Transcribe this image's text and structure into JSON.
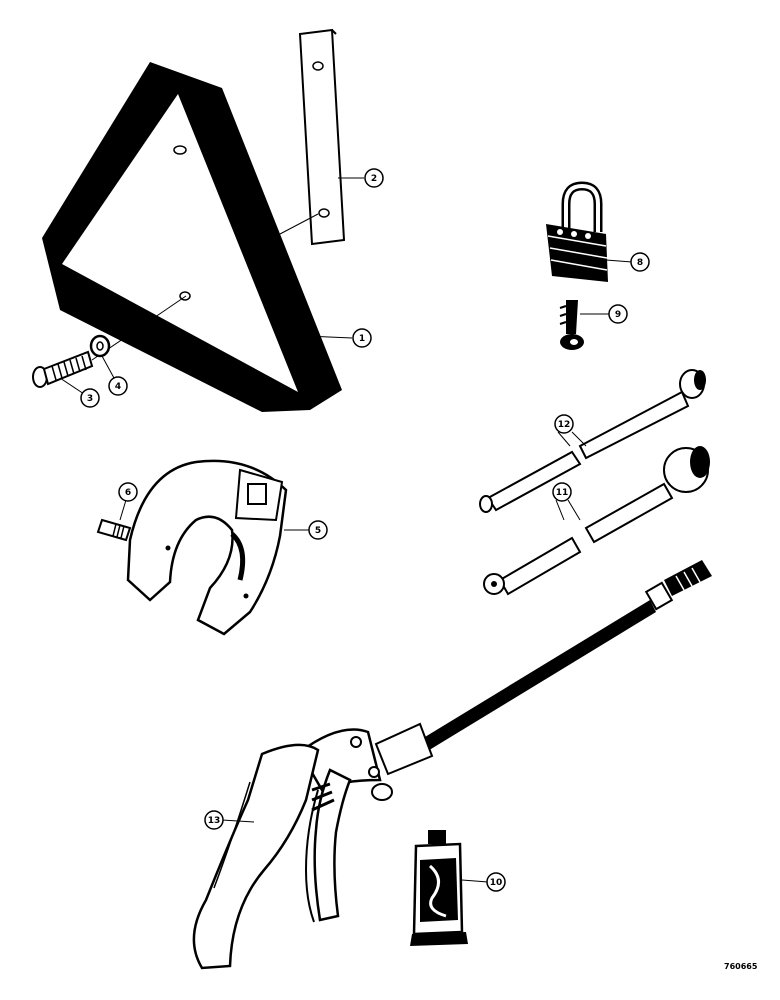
{
  "figure_id": "760665",
  "callouts": [
    {
      "key": "c1",
      "label": "1"
    },
    {
      "key": "c2",
      "label": "2"
    },
    {
      "key": "c3",
      "label": "3"
    },
    {
      "key": "c4",
      "label": "4"
    },
    {
      "key": "c5",
      "label": "5"
    },
    {
      "key": "c6",
      "label": "6"
    },
    {
      "key": "c8",
      "label": "8"
    },
    {
      "key": "c9",
      "label": "9"
    },
    {
      "key": "c10",
      "label": "10"
    },
    {
      "key": "c11",
      "label": "11"
    },
    {
      "key": "c12",
      "label": "12"
    },
    {
      "key": "c13",
      "label": "13"
    }
  ],
  "line_color": "#000000",
  "background": "#ffffff"
}
